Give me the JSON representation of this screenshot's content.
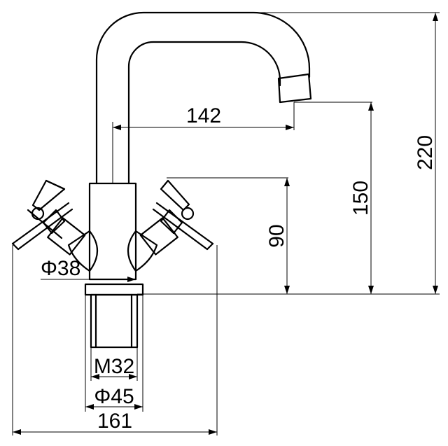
{
  "dimensions": {
    "spout_reach": "142",
    "total_height": "220",
    "spout_outlet_height": "150",
    "handle_height": "90",
    "body_diameter": "Φ38",
    "thread_size": "M32",
    "base_diameter": "Φ45",
    "overall_width": "161"
  },
  "colors": {
    "line": "#000000",
    "background": "#ffffff"
  }
}
